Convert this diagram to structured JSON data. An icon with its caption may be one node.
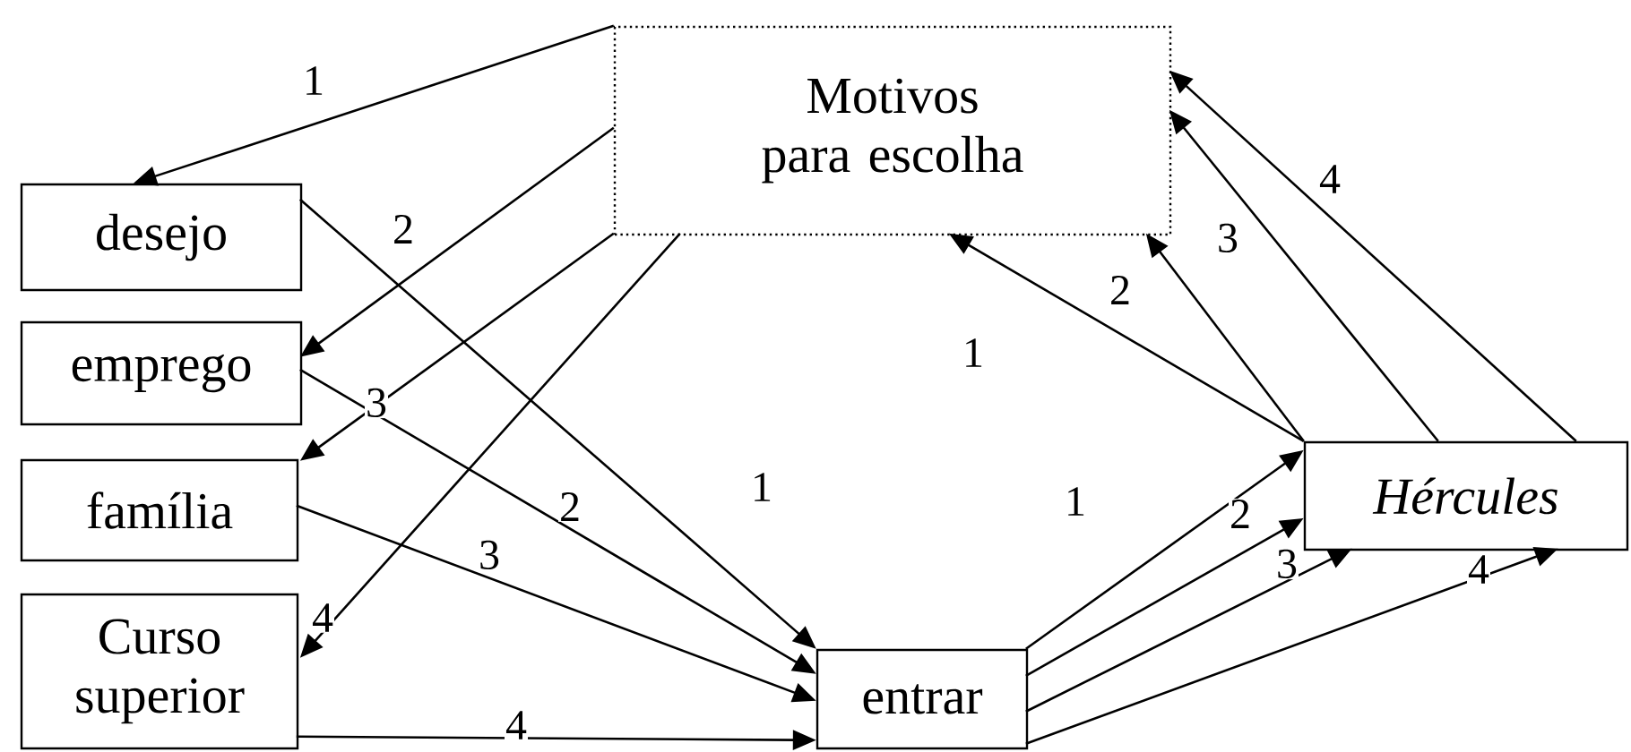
{
  "diagram": {
    "nodes": [
      {
        "text": [
          "Motivos para escolha"
        ]
      },
      {
        "text": [
          "desejo"
        ]
      },
      {
        "text": [
          "emprego"
        ]
      },
      {
        "text": [
          "família"
        ]
      },
      {
        "text": [
          "Curso superior"
        ]
      },
      {
        "text": [
          "entrar"
        ]
      },
      {
        "text": [
          "Hércules"
        ]
      }
    ],
    "edges": [
      {
        "from": 0,
        "to": 1,
        "arrow": "to",
        "label": "1"
      },
      {
        "from": 0,
        "to": 2,
        "arrow": "to",
        "label": "2"
      },
      {
        "from": 0,
        "to": 3,
        "arrow": "to",
        "label": "3"
      },
      {
        "from": 0,
        "to": 4,
        "arrow": "to",
        "label": "4"
      },
      {
        "from": 1,
        "to": 5,
        "arrow": "to",
        "label": "1"
      },
      {
        "from": 2,
        "to": 5,
        "arrow": "to",
        "label": "2"
      },
      {
        "from": 3,
        "to": 5,
        "arrow": "to",
        "label": "3"
      },
      {
        "from": 4,
        "to": 5,
        "arrow": "to",
        "label": "4"
      },
      {
        "from": 5,
        "to": 6,
        "arrow": "to",
        "label": "1"
      },
      {
        "from": 5,
        "to": 6,
        "arrow": "to",
        "label": "2"
      },
      {
        "from": 5,
        "to": 6,
        "arrow": "to",
        "label": "3"
      },
      {
        "from": 5,
        "to": 6,
        "arrow": "to",
        "label": "4"
      },
      {
        "from": 6,
        "to": 0,
        "arrow": "to",
        "label": "1"
      },
      {
        "from": 6,
        "to": 0,
        "arrow": "to",
        "label": "2"
      },
      {
        "from": 6,
        "to": 0,
        "arrow": "to",
        "label": "3"
      },
      {
        "from": 6,
        "to": 0,
        "arrow": "to",
        "label": "4"
      }
    ]
  }
}
